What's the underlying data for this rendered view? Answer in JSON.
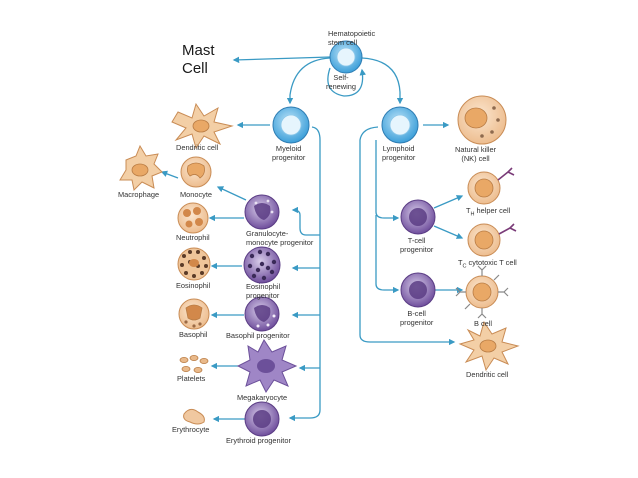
{
  "colors": {
    "arrow": "#3a9ac4",
    "stem_blue": "#4aa8e0",
    "progenitor_purple": "#7e5ea8",
    "cell_tan": "#f2c9a0",
    "nucleus_orange": "#e8a060",
    "text": "#333333"
  },
  "labels": {
    "stem_line1": "Hematopoietic",
    "stem_line2": "stem cell",
    "mast_line1": "Mast",
    "mast_line2": "Cell",
    "self_line1": "Self-",
    "self_line2": "renewing",
    "dendritic_left": "Dendritic cell",
    "myeloid_line1": "Myeloid",
    "myeloid_line2": "progenitor",
    "lymphoid_line1": "Lymphoid",
    "lymphoid_line2": "progenitor",
    "nk_line1": "Natural killer",
    "nk_line2": "(NK) cell",
    "macrophage": "Macrophage",
    "monocyte": "Monocyte",
    "neutrophil": "Neutrophil",
    "gm_line1": "Granulocyte-",
    "gm_line2": "monocyte progenitor",
    "eosinophil": "Eosinophil",
    "eos_prog_line1": "Eosinophil",
    "eos_prog_line2": "progenitor",
    "basophil": "Basophil",
    "baso_prog": "Basophil progenitor",
    "platelets": "Platelets",
    "megakaryocyte": "Megakaryocyte",
    "erythrocyte": "Erythrocyte",
    "erythroid_prog": "Erythroid progenitor",
    "th_sym": "T",
    "th_sub": "H",
    "th_rest": " helper cell",
    "tc_sym": "T",
    "tc_sub": "C",
    "tc_rest": " cytotoxic T cell",
    "tprog_line1": "T-cell",
    "tprog_line2": "progenitor",
    "bprog_line1": "B-cell",
    "bprog_line2": "progenitor",
    "bcell": "B cell",
    "dendritic_right": "Dendritic cell"
  }
}
